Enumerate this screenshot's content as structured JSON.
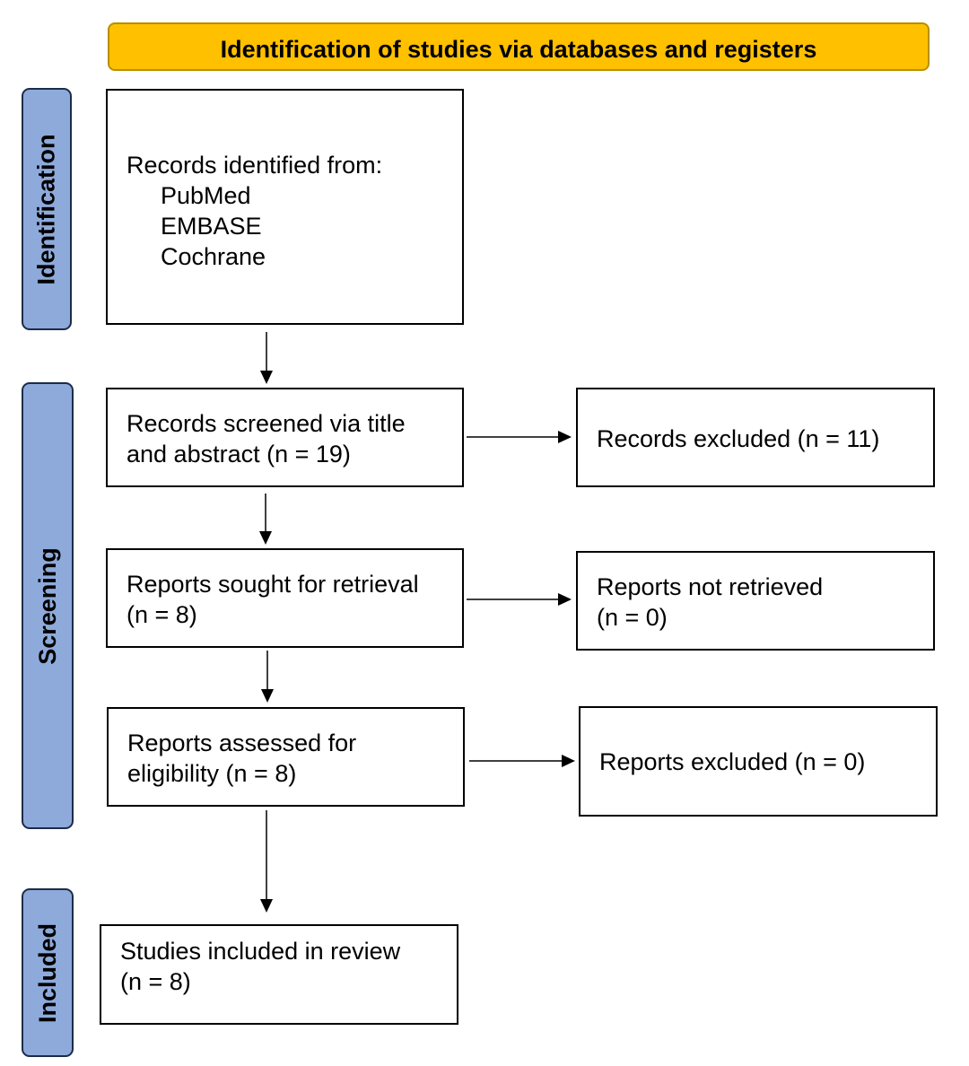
{
  "header": {
    "title": "Identification of studies via databases and registers"
  },
  "phases": {
    "identification": "Identification",
    "screening": "Screening",
    "included": "Included"
  },
  "boxes": {
    "records_identified": {
      "intro": "Records identified from:",
      "sources": [
        "PubMed",
        "EMBASE",
        "Cochrane"
      ]
    },
    "records_screened": {
      "line1": "Records screened via title",
      "line2": "and abstract (n = 19)"
    },
    "records_excluded": {
      "line1": "Records excluded (n = 11)"
    },
    "reports_sought": {
      "line1": "Reports sought for retrieval",
      "line2": "(n = 8)"
    },
    "reports_not_retrieved": {
      "line1": "Reports not retrieved",
      "line2": "(n = 0)"
    },
    "reports_assessed": {
      "line1": "Reports assessed for",
      "line2": "eligibility (n = 8)"
    },
    "reports_excluded": {
      "line1": "Reports excluded (n = 0)"
    },
    "studies_included": {
      "line1": "Studies included in review",
      "line2": "(n = 8)"
    }
  },
  "colors": {
    "header_fill": "#ffc000",
    "phase_fill": "#8eaadb",
    "box_border": "#000000",
    "arrow": "#000000"
  }
}
